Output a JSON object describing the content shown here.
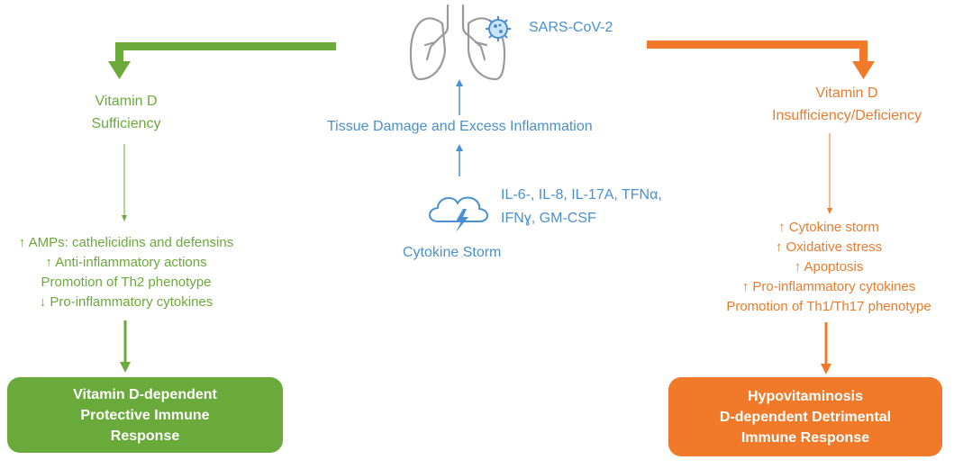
{
  "colors": {
    "green": "#6aaa3a",
    "blue": "#4a90d0",
    "orange": "#f07a2a",
    "lung_gray": "#9a9a9a"
  },
  "center": {
    "virus_label": "SARS-CoV-2",
    "tissue_damage": "Tissue Damage and Excess Inflammation",
    "cytokines_line1": "IL-6-, IL-8, IL-17A, TFNα,",
    "cytokines_line2": "IFNɣ, GM-CSF",
    "storm_label": "Cytokine Storm"
  },
  "left": {
    "title_line1": "Vitamin D",
    "title_line2": "Sufficiency",
    "effects": [
      "↑ AMPs: cathelicidins and defensins",
      "↑ Anti-inflammatory actions",
      "Promotion of Th2 phenotype",
      "↓ Pro-inflammatory cytokines"
    ],
    "outcome": [
      "Vitamin D-dependent",
      "Protective Immune",
      "Response"
    ]
  },
  "right": {
    "title_line1": "Vitamin D",
    "title_line2": "Insufficiency/Deficiency",
    "effects": [
      "↑ Cytokine storm",
      "↑ Oxidative stress",
      "↑ Apoptosis",
      "↑ Pro-inflammatory cytokines",
      "Promotion of Th1/Th17  phenotype"
    ],
    "outcome": [
      "Hypovitaminosis",
      "D-dependent Detrimental",
      "Immune Response"
    ]
  }
}
